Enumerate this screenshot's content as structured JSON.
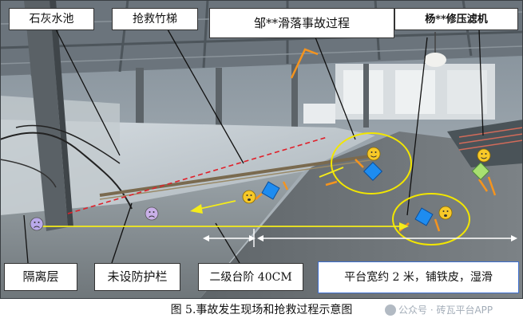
{
  "labels": {
    "lime_pool": "石灰水池",
    "rescue_ladder": "抢救竹梯",
    "accident_process": "邹**滑落事故过程",
    "filter_press": "杨**修压滤机",
    "isolation_layer": "隔离层",
    "no_guardrail": "未设防护栏",
    "secondary_step": "二级台阶 40CM",
    "platform_note": "平台宽约 2 米，铺铁皮，湿滑"
  },
  "caption": "图 5.事故发生现场和抢救过程示意图",
  "watermark": "公众号 · 砖瓦平台APP",
  "colors": {
    "callout_line": "#111111",
    "highlight_ellipse": "#f2e600",
    "yellow_arrow": "#f5ec1a",
    "red_dashed_edge": "#e0202a",
    "diamond_blue": "#1e8cf0",
    "face_yellow": "#f7c928",
    "orange_strokes": "#f5941e",
    "white_dimension": "#ffffff"
  }
}
